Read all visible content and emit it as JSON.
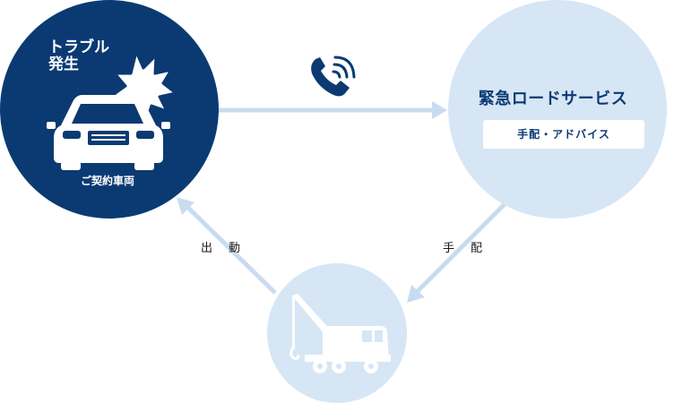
{
  "nodes": {
    "trouble": {
      "title": "トラブル\n発生",
      "caption": "ご契約車両"
    },
    "service": {
      "title": "緊急ロードサービス",
      "subtitle": "手配・アドバイス"
    },
    "tow_truck": {}
  },
  "edges": {
    "call": {
      "icon": "phone-icon"
    },
    "arrange": {
      "label": "手配"
    },
    "dispatch": {
      "label": "出動"
    }
  },
  "colors": {
    "navy": "#0b3a73",
    "light_blue": "#d6e6f5",
    "arrow": "#c8dcf0",
    "icon_navy": "#0b3a73"
  }
}
